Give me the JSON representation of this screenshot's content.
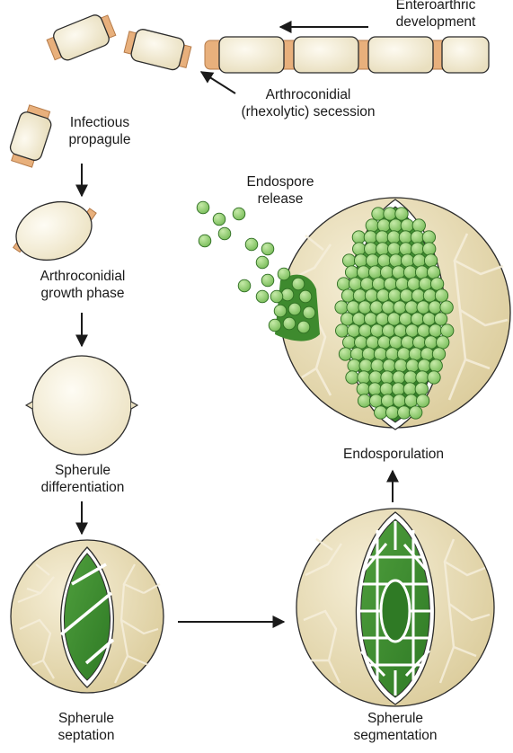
{
  "labels": {
    "enteroarthric": [
      "Enteroarthric",
      "development"
    ],
    "secession": [
      "Arthroconidial",
      "(rhexolytic) secession"
    ],
    "propagule": [
      "Infectious",
      "propagule"
    ],
    "growth": [
      "Arthroconidial",
      "growth phase"
    ],
    "differentiation": [
      "Spherule",
      "differentiation"
    ],
    "septation": [
      "Spherule",
      "septation"
    ],
    "segmentation": [
      "Spherule",
      "segmentation"
    ],
    "endosporulation": "Endosporulation",
    "release": [
      "Endospore",
      "release"
    ]
  },
  "colors": {
    "cell_fill": "#f1e9cf",
    "cell_outline": "#2b2b2b",
    "septum": "#e8b07c",
    "spherule_wall": "#e4d7ac",
    "endospore_light": "#9fd181",
    "endospore_dark": "#3e8a2e",
    "compartment": "#3f8f33",
    "arrow": "#1a1a1a"
  }
}
